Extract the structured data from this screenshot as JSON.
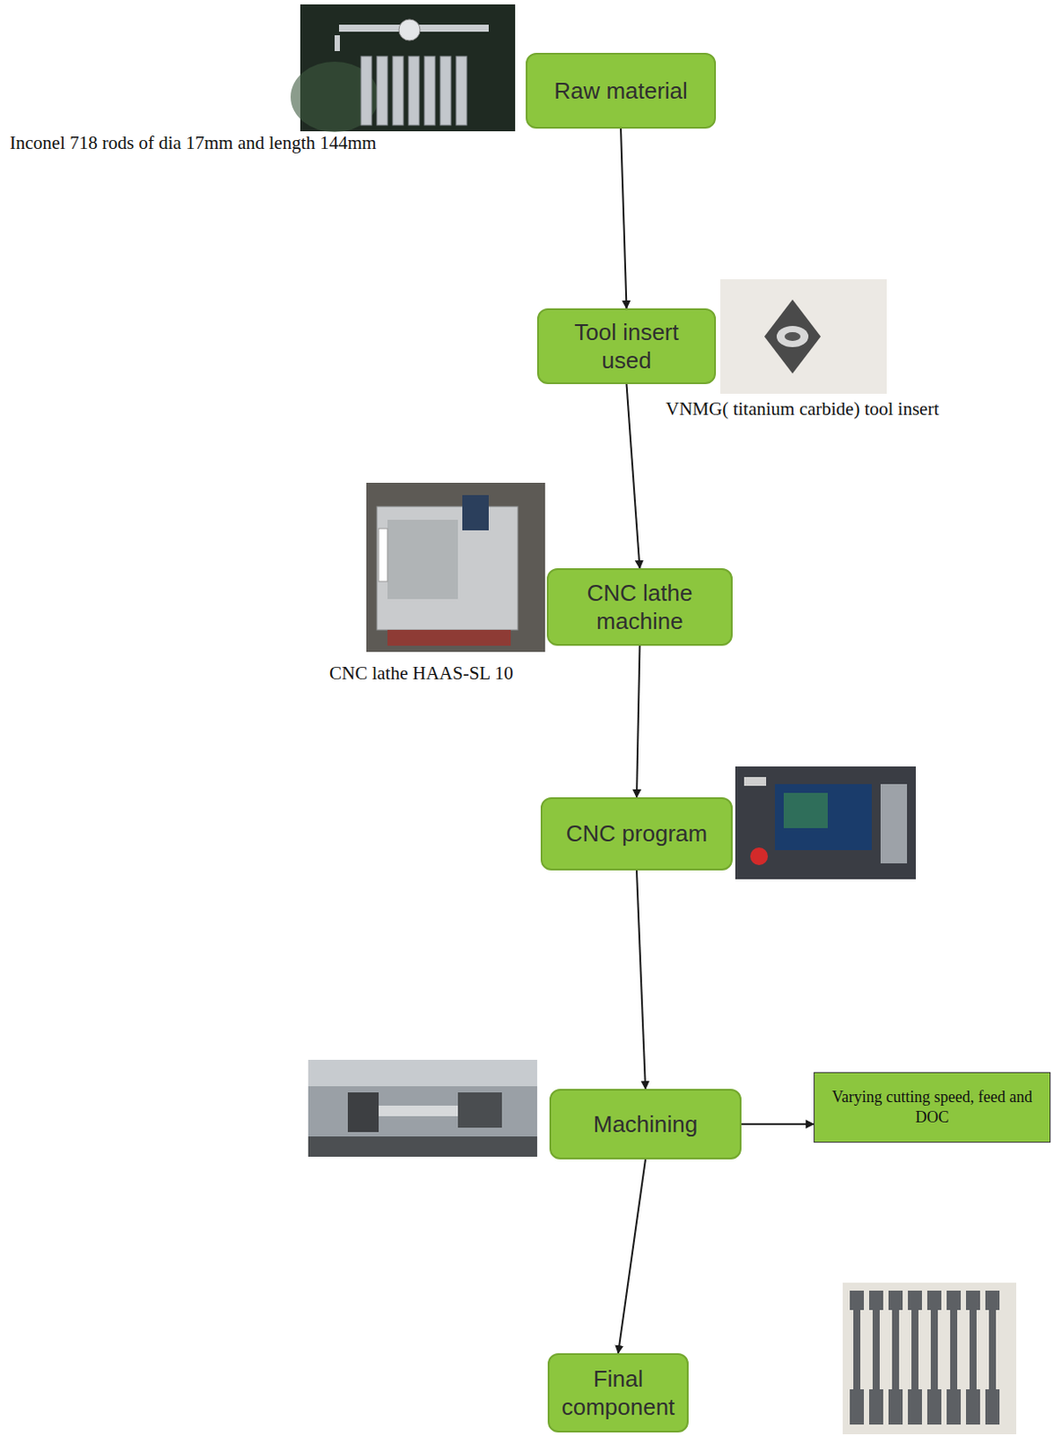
{
  "diagram": {
    "nodes": [
      {
        "text": [
          "Raw material"
        ]
      },
      {
        "text": [
          "Tool insert used"
        ]
      },
      {
        "text": [
          "CNC lathe machine"
        ]
      },
      {
        "text": [
          "CNC program"
        ]
      },
      {
        "text": [
          "Machining"
        ]
      },
      {
        "text": [
          "Varying cutting speed, feed and DOC"
        ]
      },
      {
        "text": [
          "Final component"
        ]
      }
    ],
    "edges": [
      {
        "from": 0,
        "to": 1,
        "arrow": "to"
      },
      {
        "from": 1,
        "to": 2,
        "arrow": "to"
      },
      {
        "from": 2,
        "to": 3,
        "arrow": "to"
      },
      {
        "from": 3,
        "to": 4,
        "arrow": "to"
      },
      {
        "from": 4,
        "to": 5,
        "arrow": "to"
      },
      {
        "from": 4,
        "to": 6,
        "arrow": "to"
      }
    ],
    "labels": [
      "Inconel 718 rods of dia 17mm and length 144mm",
      "VNMG( titanium carbide) tool insert",
      "CNC lathe HAAS-SL 10"
    ]
  }
}
